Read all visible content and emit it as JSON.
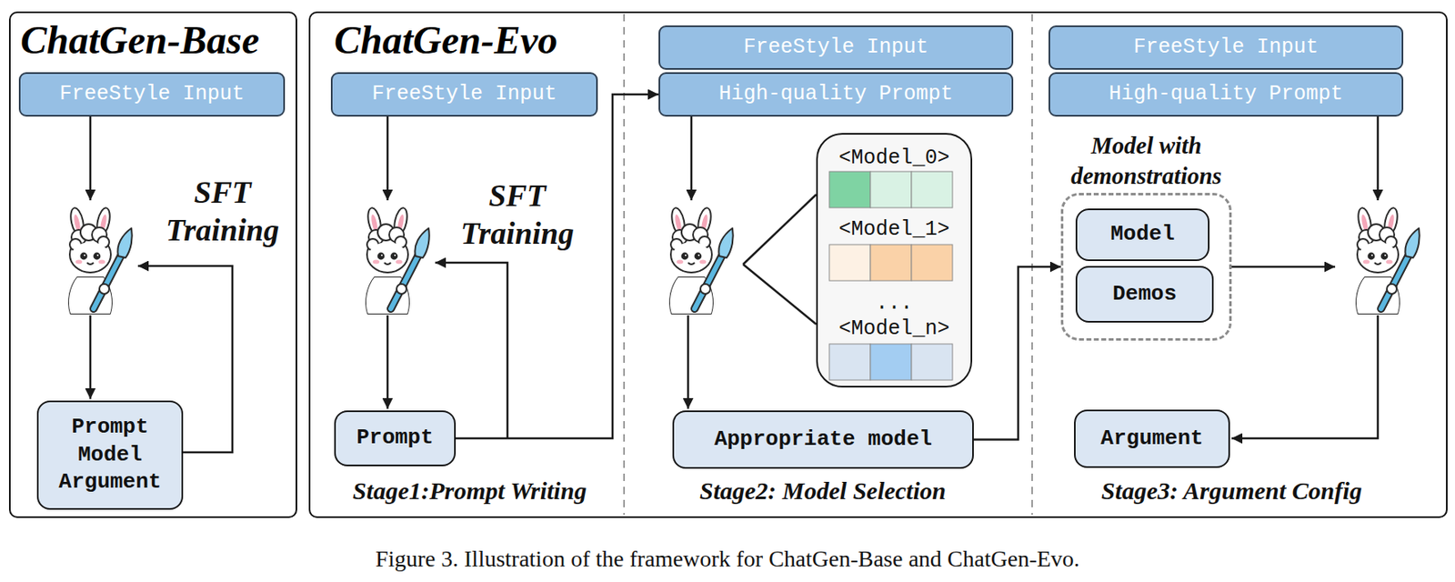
{
  "diagram": {
    "caption": "Figure 3. Illustration of the framework for ChatGen-Base and ChatGen-Evo.",
    "nodes": [
      {
        "text": [
          "ChatGen-Base"
        ]
      },
      {
        "text": [
          "FreeStyle Input"
        ],
        "in": 0
      },
      {
        "text": [
          "Prompt Model Argument"
        ],
        "in": 0
      },
      {
        "text": [
          "ChatGen-Evo"
        ]
      },
      {
        "text": [
          "FreeStyle Input"
        ],
        "in": 3
      },
      {
        "text": [
          "Prompt"
        ],
        "in": 3
      },
      {
        "text": [
          "FreeStyle Input"
        ],
        "in": 3
      },
      {
        "text": [
          "High-quality Prompt"
        ],
        "in": 3
      },
      {
        "text": [
          "<Model_0>",
          "<Model_1>",
          "...",
          "<Model_n>"
        ],
        "in": 3
      },
      {
        "text": [
          "Appropriate model"
        ],
        "in": 3
      },
      {
        "text": [
          "FreeStyle Input"
        ],
        "in": 3
      },
      {
        "text": [
          "High-quality Prompt"
        ],
        "in": 3
      },
      {
        "text": [
          "Model with demonstrations"
        ],
        "in": 3
      },
      {
        "text": [
          "Model"
        ],
        "in": 12
      },
      {
        "text": [
          "Demos"
        ],
        "in": 12
      },
      {
        "text": [
          "Argument"
        ],
        "in": 3
      }
    ],
    "edges": [
      {
        "from": 5,
        "to": 7,
        "arrow": "to"
      },
      {
        "from": 9,
        "to": 12,
        "arrow": "to"
      }
    ],
    "labels": [
      "SFT Training",
      "SFT Training",
      "Stage1:Prompt Writing",
      "Stage2: Model Selection",
      "Stage3: Argument Config"
    ]
  }
}
